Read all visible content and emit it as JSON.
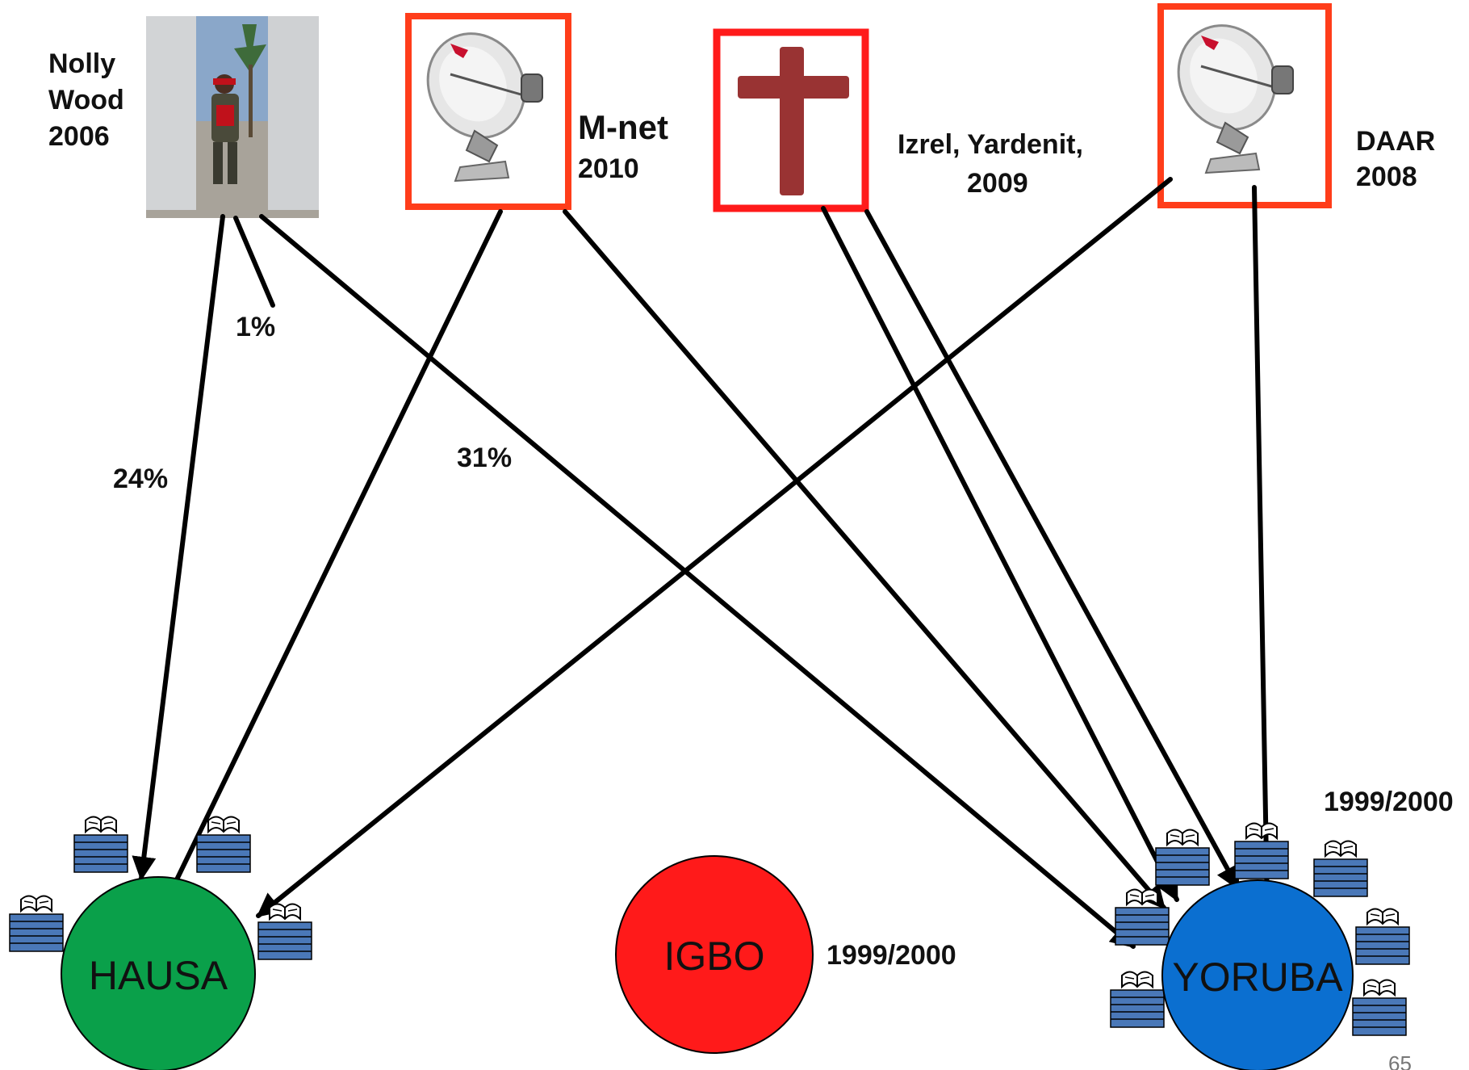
{
  "sources": {
    "nollywood": {
      "line1": "Nolly",
      "line2": "Wood",
      "line3": "2006"
    },
    "mnet": {
      "line1": "M-net",
      "line2": "2010"
    },
    "izrel": {
      "line1": "Izrel, Yardenit,",
      "line2": "2009"
    },
    "daar": {
      "line1": "DAAR",
      "line2": "2008"
    }
  },
  "edge_labels": {
    "p1": "1%",
    "p24": "24%",
    "p31": "31%"
  },
  "nodes": {
    "hausa": {
      "label": "HAUSA",
      "color": "#0aa04a"
    },
    "igbo": {
      "label": "IGBO",
      "color": "#ff1a1a",
      "year": "1999/2000"
    },
    "yoruba": {
      "label": "YORUBA",
      "color": "#0b6fd0",
      "year": "1999/2000"
    }
  },
  "colors": {
    "frame": "#ff3d1a",
    "cross": "#993333",
    "book": "#4a78b8"
  },
  "page_number": "65"
}
